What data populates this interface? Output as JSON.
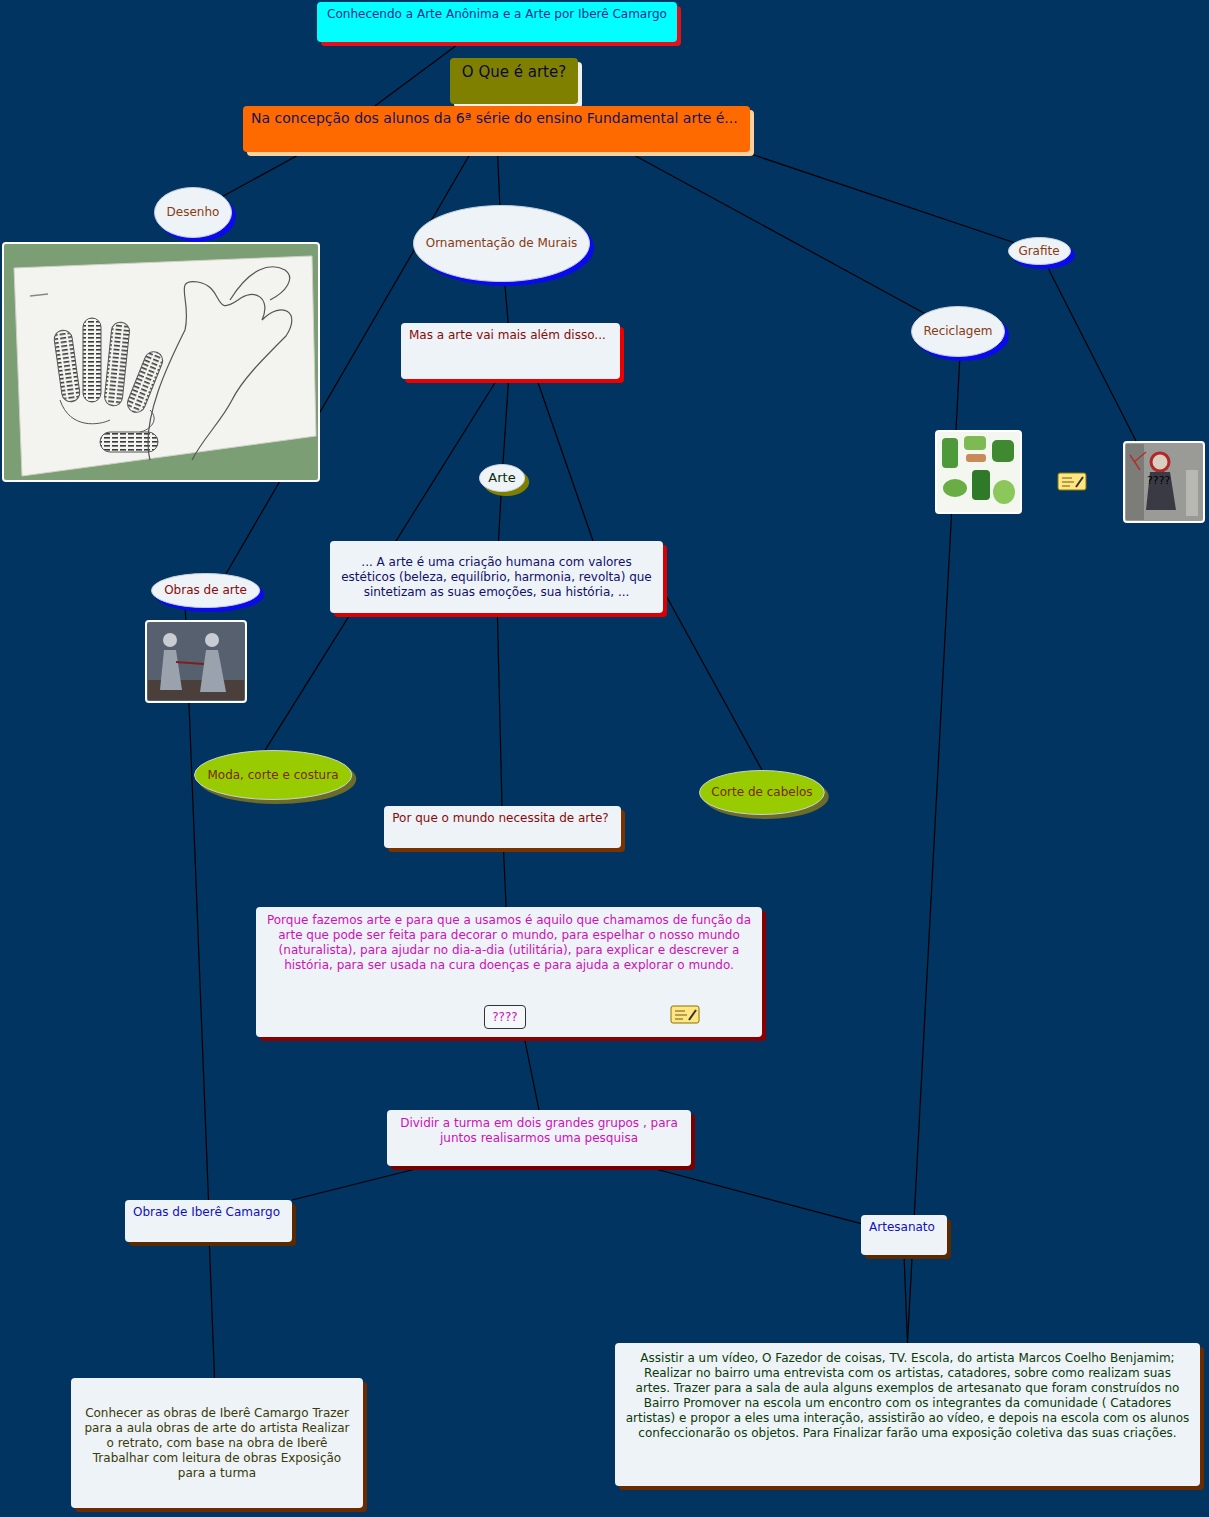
{
  "diagram": {
    "nodes": [
      {
        "text": [
          "Conhecendo a Arte Anônima e a Arte por Iberê Camargo"
        ]
      },
      {
        "text": [
          "O Que é arte?"
        ]
      },
      {
        "text": [
          "Na concepção dos alunos da 6ª série do ensino Fundamental arte é..."
        ]
      },
      {
        "text": [
          "Desenho"
        ]
      },
      {
        "text": [
          "Ornamentação de Murais"
        ]
      },
      {
        "text": [
          "Grafite"
        ]
      },
      {
        "text": [
          "Reciclagem"
        ]
      },
      {
        "text": [
          "Mas a arte vai mais além disso..."
        ]
      },
      {
        "text": [
          "Arte"
        ]
      },
      {
        "text": [
          "... A arte é uma criação humana com valores estéticos (beleza, equilíbrio, harmonia, revolta) que sintetizam as suas emoções, sua história, ..."
        ]
      },
      {
        "text": [
          "Obras de arte"
        ]
      },
      {
        "text": [
          "Moda, corte e costura"
        ]
      },
      {
        "text": [
          "Corte de cabelos"
        ]
      },
      {
        "text": [
          "Por que o mundo necessita de arte?"
        ]
      },
      {
        "text": [
          "Porque fazemos arte e para que a usamos é aquilo que chamamos de função da arte que pode ser feita para decorar o mundo, para espelhar o nosso mundo (naturalista), para ajudar no dia-a-dia (utilitária), para explicar e descrever a história, para ser usada na cura doenças e para ajuda a explorar o mundo."
        ]
      },
      {
        "text": [
          "????"
        ],
        "in": 14
      },
      {
        "text": [
          "Dividir a turma em dois grandes grupos , para juntos realisarmos uma pesquisa"
        ]
      },
      {
        "text": [
          "Obras de Iberê Camargo"
        ]
      },
      {
        "text": [
          "Artesanato"
        ]
      },
      {
        "text": [
          "Conhecer as obras de Iberê Camargo Trazer para a aula obras de arte do artista Realizar o retrato, com base na obra de Iberê Trabalhar com leitura de obras Exposição para a turma"
        ]
      },
      {
        "text": [
          "Assistir a um vídeo, O Fazedor de coisas, TV. Escola, do artista Marcos Coelho Benjamim; Realizar no bairro uma entrevista com os artistas, catadores, sobre como realizam suas artes. Trazer para a sala de aula alguns exemplos de artesanato que foram construídos no Bairro Promover na escola um encontro com os integrantes da comunidade ( Catadores artistas) e propor a eles uma interação, assistirão ao vídeo, e depois na escola com os alunos confeccionarão os objetos. Para Finalizar farão uma exposição coletiva das suas criações."
        ]
      }
    ],
    "edges": [
      {
        "from": 0,
        "to": 2,
        "arrow": "none"
      },
      {
        "from": 2,
        "to": 3,
        "arrow": "none"
      },
      {
        "from": 2,
        "to": 4,
        "arrow": "none"
      },
      {
        "from": 2,
        "to": 10,
        "arrow": "none"
      },
      {
        "from": 2,
        "to": 6,
        "arrow": "none"
      },
      {
        "from": 2,
        "to": 5,
        "arrow": "none"
      },
      {
        "from": 4,
        "to": 7,
        "arrow": "none"
      },
      {
        "from": 7,
        "to": 8,
        "arrow": "none"
      },
      {
        "from": 8,
        "to": 9,
        "arrow": "none"
      },
      {
        "from": 7,
        "to": 9,
        "arrow": "none"
      },
      {
        "from": 7,
        "to": 11,
        "arrow": "none"
      },
      {
        "from": 9,
        "to": 12,
        "arrow": "none"
      },
      {
        "from": 9,
        "to": 13,
        "arrow": "none"
      },
      {
        "from": 13,
        "to": 14,
        "arrow": "none"
      },
      {
        "from": 14,
        "to": 16,
        "arrow": "none"
      },
      {
        "from": 16,
        "to": 17,
        "arrow": "none"
      },
      {
        "from": 16,
        "to": 18,
        "arrow": "none"
      },
      {
        "from": 17,
        "to": 19,
        "arrow": "none"
      },
      {
        "from": 18,
        "to": 20,
        "arrow": "none"
      },
      {
        "from": 10,
        "to": 17,
        "arrow": "none"
      },
      {
        "from": 6,
        "to": 20,
        "arrow": "none"
      }
    ],
    "labels": [
      "????"
    ]
  }
}
